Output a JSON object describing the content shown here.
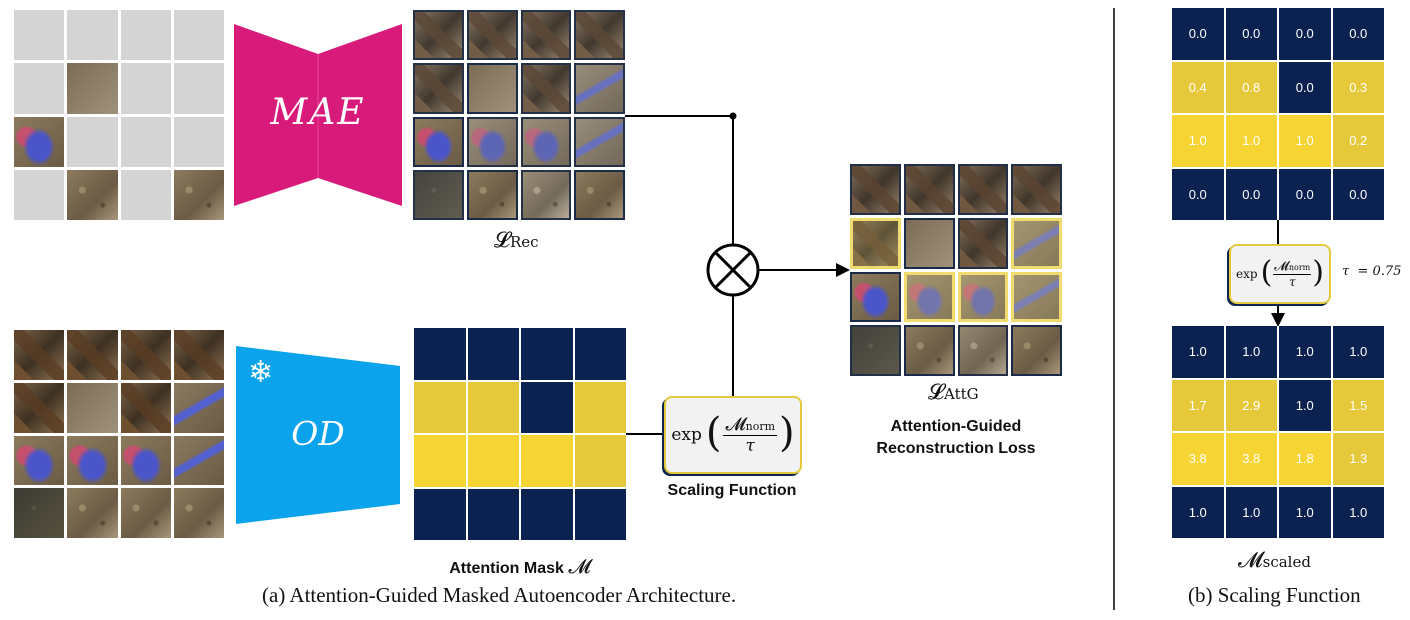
{
  "colors": {
    "navy": "#0b2150",
    "yellow_bright": "#f6d433",
    "yellow_mid": "#e6c83b",
    "yellow_dark": "#cdb13b",
    "mae_pink": "#d81b7a",
    "od_blue": "#0aa3ec",
    "mask_gray": "#d4d4d4",
    "highlight_border": "#e3c93b"
  },
  "icons": {
    "snowflake": "❄",
    "multiply": "⊗"
  },
  "panel_a": {
    "mae_label": "MAE",
    "od_label": "OD",
    "loss_rec": "𝓛",
    "loss_rec_sub": "Rec",
    "loss_attg": "𝓛",
    "loss_attg_sub": "AttG",
    "attg_title_line1": "Attention-Guided",
    "attg_title_line2": "Reconstruction Loss",
    "scaling_formula_prefix": "exp",
    "scaling_formula_num": "𝓜",
    "scaling_formula_num_sub": "norm",
    "scaling_formula_den": "τ",
    "scaling_label": "Scaling Function",
    "mask_label": "Attention Mask",
    "mask_symbol": "𝓜",
    "caption": "(a) Attention-Guided Masked Autoencoder Architecture.",
    "masked_input": [
      [
        1,
        1,
        1,
        1
      ],
      [
        1,
        0,
        1,
        1
      ],
      [
        0,
        1,
        1,
        1
      ],
      [
        1,
        0,
        1,
        0
      ]
    ],
    "recon_highlight": [
      [
        0,
        0,
        0,
        0
      ],
      [
        1,
        0,
        0,
        1
      ],
      [
        0,
        1,
        1,
        1
      ],
      [
        0,
        0,
        0,
        0
      ]
    ],
    "attention_levels": [
      [
        0,
        0,
        0,
        0
      ],
      [
        2,
        2,
        0,
        2
      ],
      [
        3,
        3,
        3,
        2
      ],
      [
        0,
        0,
        0,
        0
      ]
    ]
  },
  "panel_b": {
    "m_norm": [
      [
        "0.0",
        "0.0",
        "0.0",
        "0.0"
      ],
      [
        "0.4",
        "0.8",
        "0.0",
        "0.3"
      ],
      [
        "1.0",
        "1.0",
        "1.0",
        "0.2"
      ],
      [
        "0.0",
        "0.0",
        "0.0",
        "0.0"
      ]
    ],
    "m_scaled": [
      [
        "1.0",
        "1.0",
        "1.0",
        "1.0"
      ],
      [
        "1.7",
        "2.9",
        "1.0",
        "1.5"
      ],
      [
        "3.8",
        "3.8",
        "1.8",
        "1.3"
      ],
      [
        "1.0",
        "1.0",
        "1.0",
        "1.0"
      ]
    ],
    "row_levels": [
      [
        0,
        0,
        0,
        0
      ],
      [
        2,
        2,
        0,
        2
      ],
      [
        3,
        3,
        3,
        2
      ],
      [
        0,
        0,
        0,
        0
      ]
    ],
    "formula_prefix": "exp",
    "formula_num": "𝓜",
    "formula_num_sub": "norm",
    "formula_den": "τ",
    "tau_label": "τ  = 0.75",
    "scaled_symbol": "𝓜",
    "scaled_sub": "scaled",
    "caption": "(b) Scaling Function"
  }
}
